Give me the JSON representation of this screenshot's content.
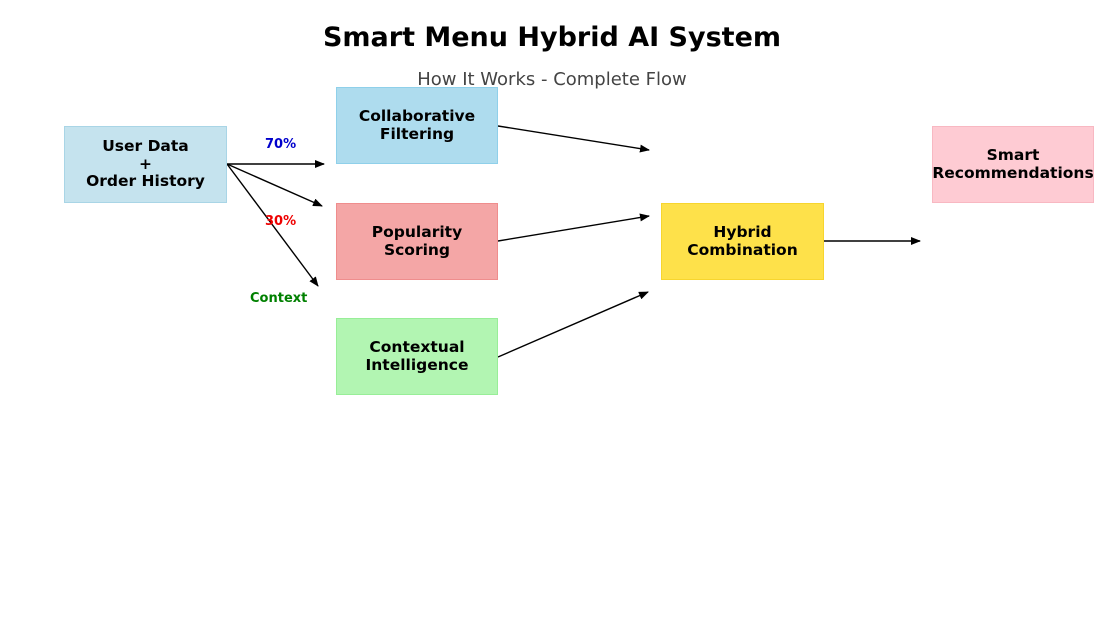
{
  "header": {
    "title": "Smart Menu Hybrid AI System",
    "subtitle": "How It Works - Complete Flow"
  },
  "nodes": {
    "user_data": {
      "label": "User Data\n+\nOrder History",
      "fill": "#c5e3ee",
      "border": "#a9d5e6"
    },
    "collaborative": {
      "label": "Collaborative\nFiltering",
      "fill": "#aedcee",
      "border": "#8fd0ea"
    },
    "popularity": {
      "label": "Popularity\nScoring",
      "fill": "#f4a6a6",
      "border": "#ef8d8d"
    },
    "contextual": {
      "label": "Contextual\nIntelligence",
      "fill": "#b2f5b2",
      "border": "#98ee98"
    },
    "hybrid": {
      "label": "Hybrid\nCombination",
      "fill": "#fee14a",
      "border": "#f7d52e"
    },
    "smart": {
      "label": "Smart\nRecommendations",
      "fill": "#fecbd3",
      "border": "#f8b8c2"
    }
  },
  "edge_labels": {
    "collab_weight": {
      "text": "70%",
      "color": "#0000cc"
    },
    "popularity_weight": {
      "text": "30%",
      "color": "#ee0000"
    },
    "context_tag": {
      "text": "Context",
      "color": "#008000"
    }
  }
}
